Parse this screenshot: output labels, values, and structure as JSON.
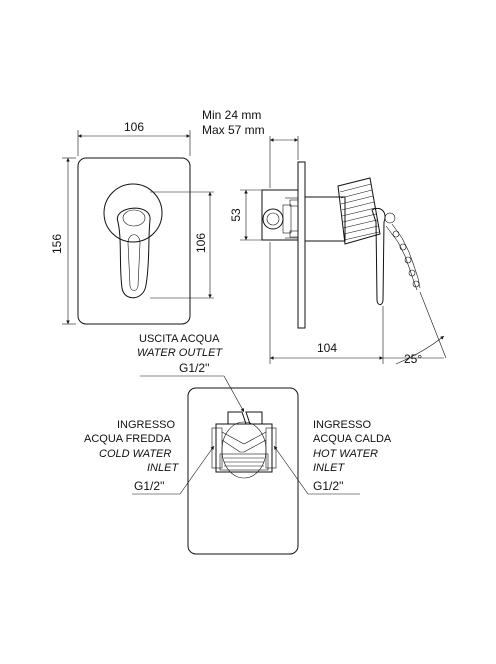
{
  "dimensions": {
    "front_width": "106",
    "front_height": "156",
    "handle_height": "106",
    "side_height": "53",
    "depth_min": "Min 24 mm",
    "depth_max": "Max 57 mm",
    "projection": "104",
    "angle": "25°"
  },
  "outlet": {
    "line1": "USCITA ACQUA",
    "line2": "WATER OUTLET",
    "thread": "G1/2''"
  },
  "cold_inlet": {
    "line1": "INGRESSO",
    "line2": "ACQUA FREDDA",
    "line3": "COLD WATER",
    "line4": "INLET",
    "thread": "G1/2''"
  },
  "hot_inlet": {
    "line1": "INGRESSO",
    "line2": "ACQUA CALDA",
    "line3": "HOT WATER",
    "line4": "INLET",
    "thread": "G1/2''"
  }
}
